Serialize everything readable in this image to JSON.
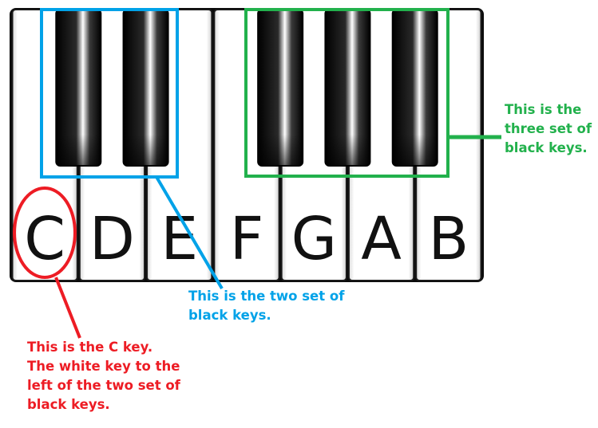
{
  "keyboard": {
    "white_keys": [
      "C",
      "D",
      "E",
      "F",
      "G",
      "A",
      "B"
    ],
    "black_key_groups": [
      2,
      3
    ]
  },
  "annotations": {
    "three_set": {
      "lines": [
        "This is the",
        "three set of",
        "black keys."
      ],
      "color": "#22b14c"
    },
    "two_set": {
      "lines": [
        "This is the two set of",
        "black keys."
      ],
      "color": "#00a2e8"
    },
    "c_key": {
      "lines": [
        "This is the C key.",
        "The white key to the",
        "left of the two set of",
        "black keys."
      ],
      "color": "#ed1c24"
    }
  }
}
